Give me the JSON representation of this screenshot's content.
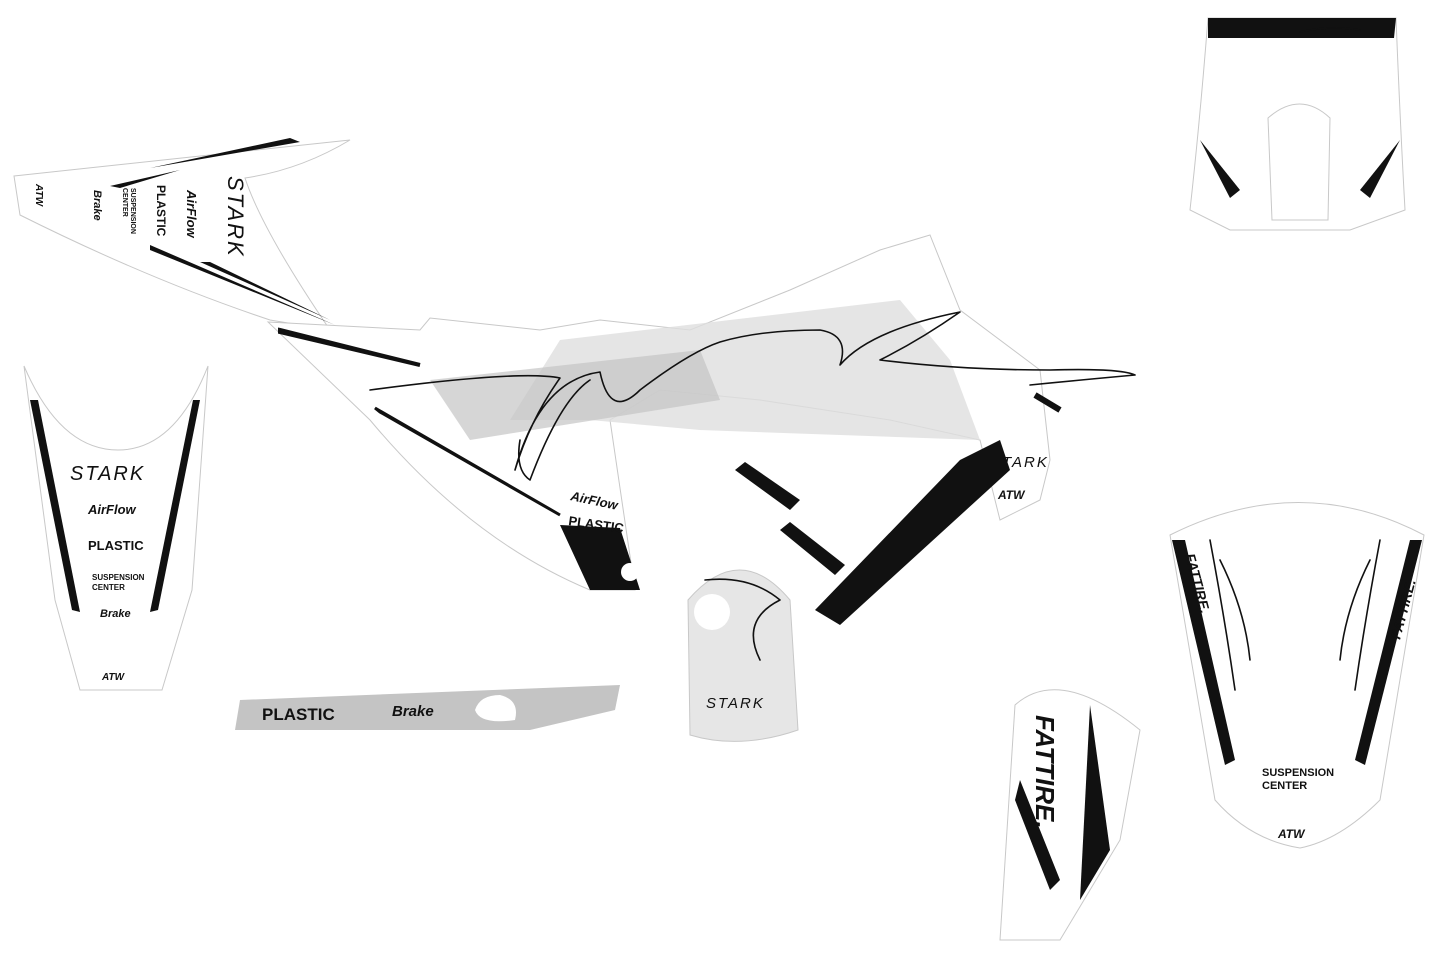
{
  "brands": {
    "stark": "STARK",
    "airflow": "AirFlow",
    "plastic": "PLASTIC",
    "suspension_line1": "SUSPENSION",
    "suspension_line2": "CENTER",
    "brake": "Brake",
    "atw": "ATW",
    "fattire": "FATTIRE."
  },
  "colors": {
    "black": "#111111",
    "gray": "#c4c4c4",
    "light_gray": "#dedede",
    "outline": "#c8c8c8"
  },
  "pieces": [
    "rear-fender-side",
    "rear-fender",
    "side-panel-shroud",
    "swingarm-decal",
    "number-plate-side",
    "headlight-plate",
    "fork-guard",
    "front-fender"
  ]
}
